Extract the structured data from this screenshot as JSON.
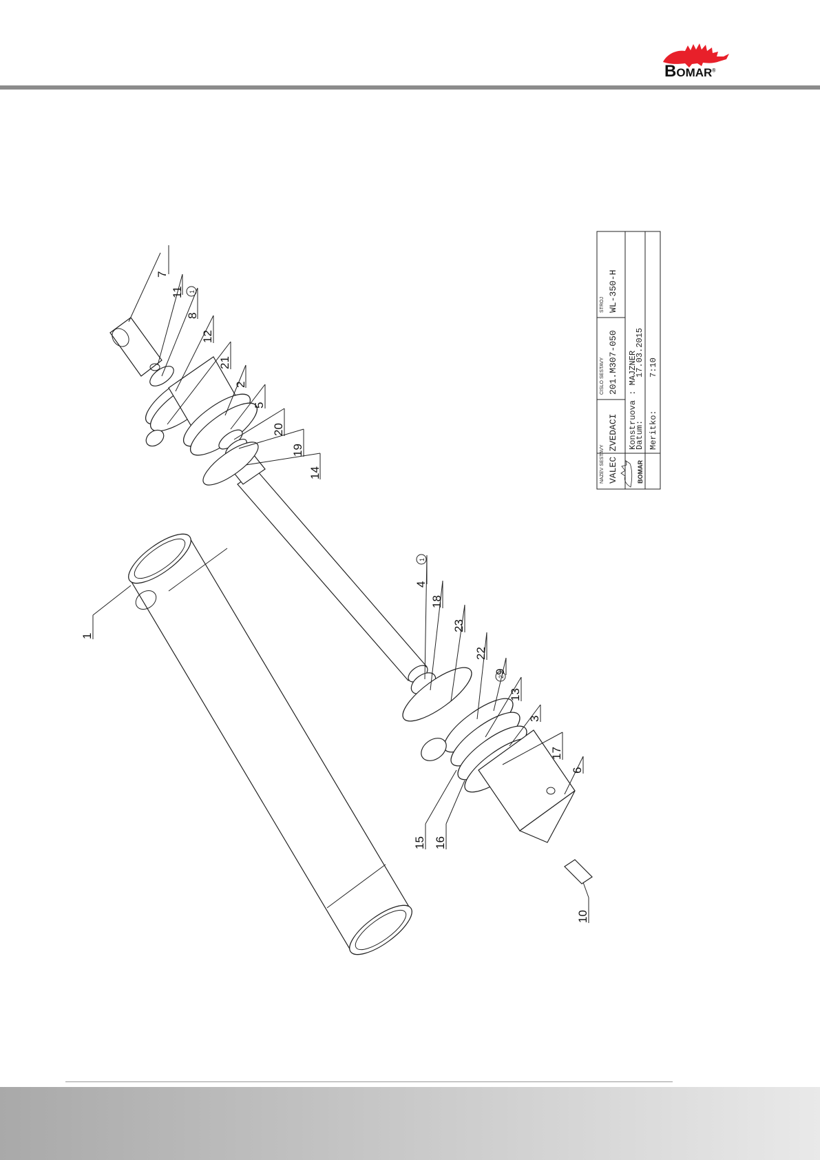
{
  "brand": {
    "name_first": "B",
    "name_rest": "OMAR",
    "registered": "®",
    "accent": "#e8202a"
  },
  "colors": {
    "rule": "#8c8c8c",
    "footer_left": "#a9a9a9",
    "footer_right": "#e9e9e9"
  },
  "drawing": {
    "labels": {
      "p1": "1",
      "p2": "2",
      "p3": "3",
      "p4": "4",
      "p5": "5",
      "p6": "6",
      "p7": "7",
      "p8": "8",
      "p9": "9",
      "p10": "10",
      "p11": "11",
      "p12": "12",
      "p13": "13",
      "p14": "14",
      "p15": "15",
      "p16": "16",
      "p17": "17",
      "p18": "18",
      "p19": "19",
      "p20": "20",
      "p21": "21",
      "p22": "22",
      "p23": "23"
    },
    "circled": {
      "c8": "1",
      "c4": "1",
      "c9": "2"
    }
  },
  "title_block": {
    "name_label": "NAZEV SESTAVY",
    "name_value": "VALEC ZVEDACI",
    "number_label": "CISLO SESTAVY",
    "number_value": "201.M307-050",
    "machine_label": "STROJ",
    "machine_value": "WL-350-H",
    "design": "Konstruova : MAJZNER",
    "date_label": "Datum:",
    "date_value": "17.03.2015",
    "scale_label": "Meritko:",
    "scale_value": "7:10",
    "logo_text": "BOMAR"
  }
}
